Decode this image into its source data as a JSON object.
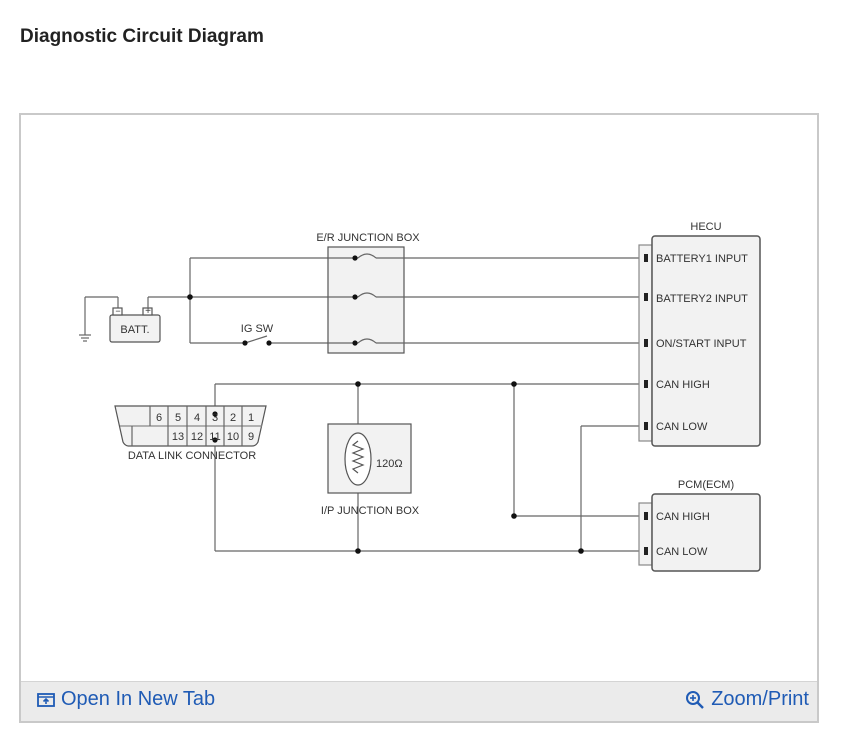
{
  "page": {
    "title": "Diagnostic Circuit Diagram"
  },
  "diagram": {
    "battery_label": "BATT.",
    "battery_minus": "−",
    "battery_plus": "+",
    "ig_sw_label": "IG SW",
    "er_junction_box_label": "E/R JUNCTION BOX",
    "hecu": {
      "title": "HECU",
      "pins": [
        "BATTERY1 INPUT",
        "BATTERY2 INPUT",
        "ON/START INPUT",
        "CAN HIGH",
        "CAN LOW"
      ]
    },
    "pcm": {
      "title": "PCM(ECM)",
      "pins": [
        "CAN HIGH",
        "CAN LOW"
      ]
    },
    "dlc": {
      "label": "DATA LINK CONNECTOR",
      "top_pins": [
        "6",
        "5",
        "4",
        "3",
        "2",
        "1"
      ],
      "bottom_pins": [
        "13",
        "12",
        "11",
        "10",
        "9"
      ]
    },
    "ip_junction_box_label": "I/P JUNCTION BOX",
    "resistor_label": "120Ω"
  },
  "toolbar": {
    "open_new_tab": "Open In New Tab",
    "zoom_print": "Zoom/Print",
    "link_color": "#1f5bb5"
  }
}
